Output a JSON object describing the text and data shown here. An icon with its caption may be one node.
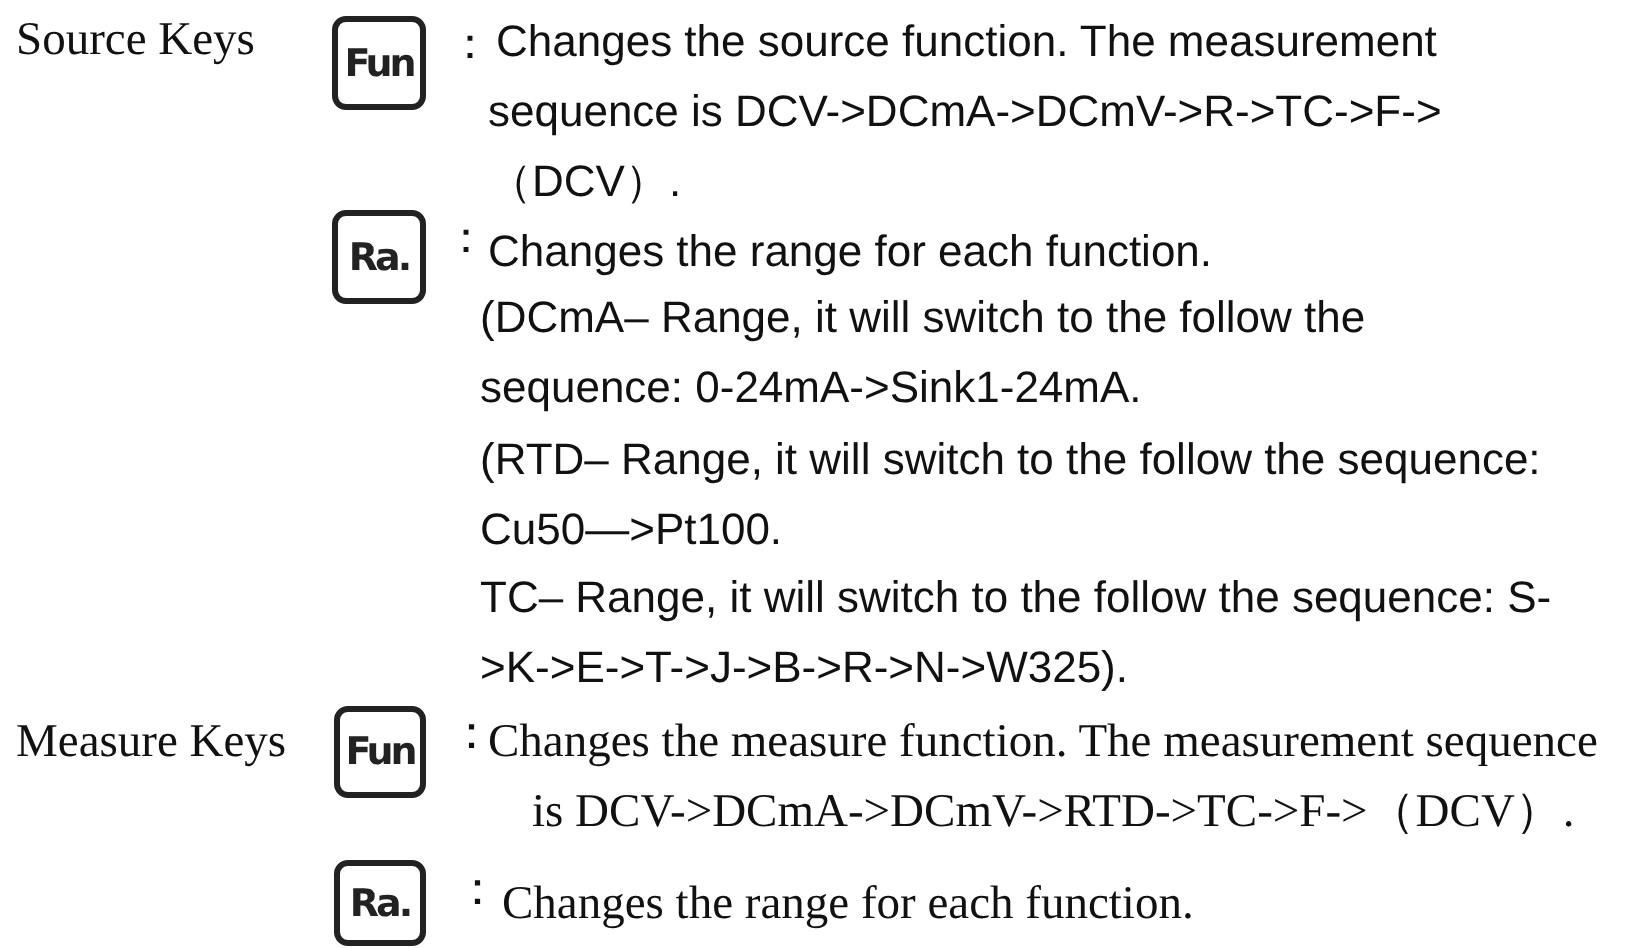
{
  "diagram": {
    "nodes": [
      {
        "text": [
          "Fun"
        ],
        "beside": [
          "："
        ]
      },
      {
        "text": [
          "Ra."
        ],
        "beside": [
          "："
        ]
      },
      {
        "text": [
          "Fun"
        ],
        "beside": [
          "："
        ]
      },
      {
        "text": [
          "Ra."
        ],
        "beside": [
          "："
        ]
      }
    ],
    "labels": [
      "Source Keys",
      "Changes the source function. The measurement sequence is DCV->DCmA->DCmV->R->TC->F->（DCV）.",
      "Changes the range for each function.",
      "(DCmA– Range, it will switch to the follow the sequence: 0-24mA->Sink1-24mA.",
      "(RTD– Range, it will switch to the follow the sequence: Cu50—>Pt100.",
      "TC– Range, it will switch to the follow the sequence: S->K->E->T->J->B->R->N->W325).",
      "Measure Keys",
      "Changes the measure function. The measurement sequence is DCV->DCmA->DCmV->RTD->TC->F->（DCV）.",
      "Changes the range for each function."
    ]
  }
}
